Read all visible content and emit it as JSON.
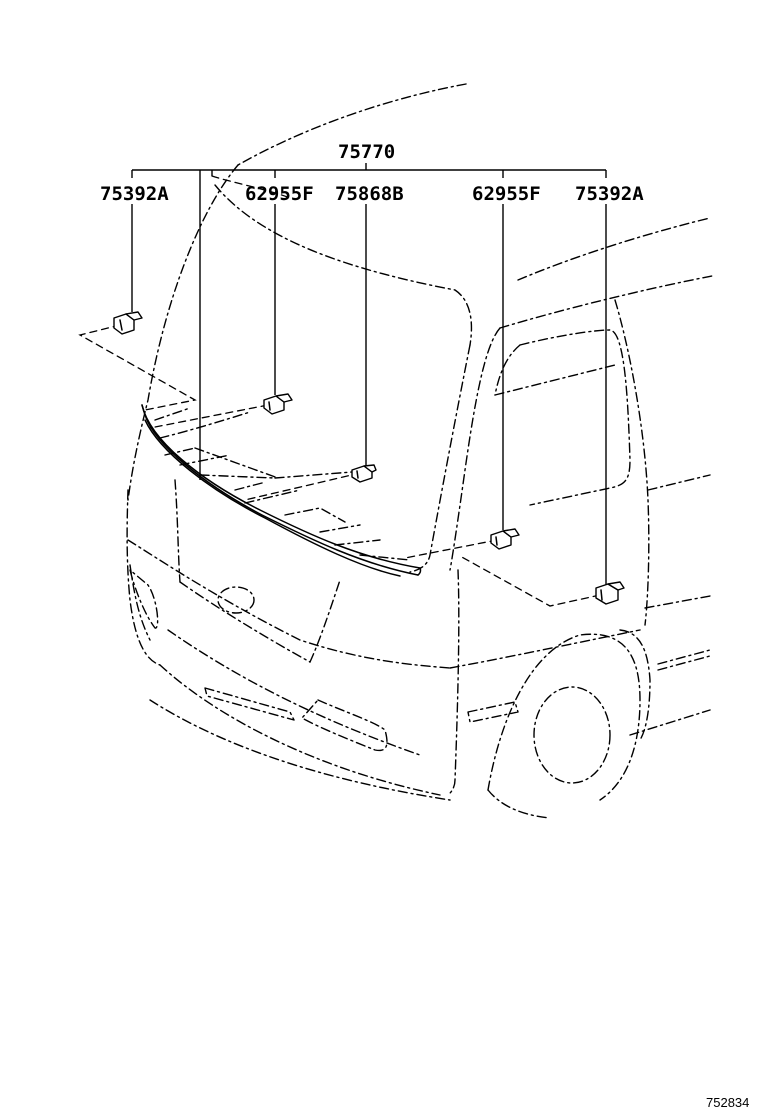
{
  "diagram": {
    "main_part": "75770",
    "parts": [
      "75392A",
      "62955F",
      "75868B",
      "62955F",
      "75392A"
    ],
    "reference": "752834"
  }
}
